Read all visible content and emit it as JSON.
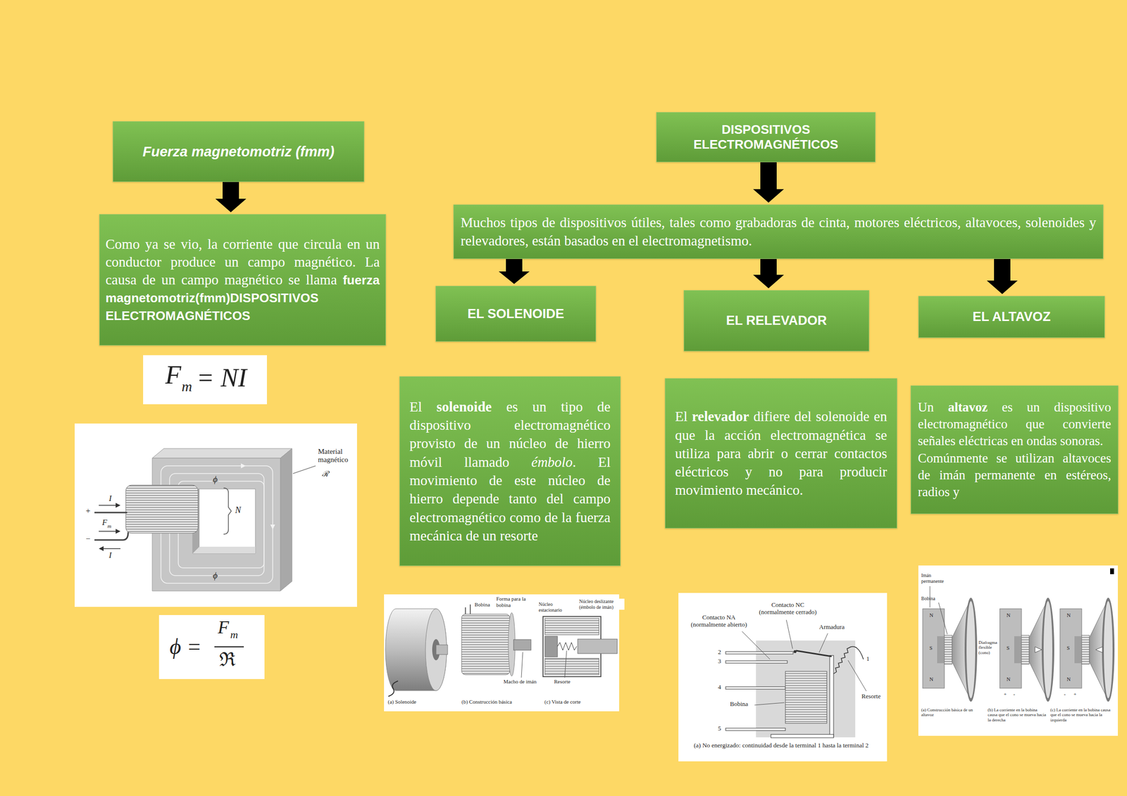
{
  "diagram": {
    "nodes": [
      {
        "text": [
          "Fuerza magnetomotriz (fmm)"
        ]
      },
      {
        "text": [
          "Como ya se vio, la corriente que circula en un conductor produce un campo magnético. La causa de un campo magnético se llama",
          "fuerza magnetomotriz(fmm)DISPOSITIVOS ELECTROMAGNÉTICOS"
        ]
      },
      {
        "text": [
          "DISPOSITIVOS ELECTROMAGNÉTICOS"
        ]
      },
      {
        "text": [
          "Muchos tipos de dispositivos útiles, tales como grabadoras de cinta, motores eléctricos, altavoces, solenoides y relevadores, están basados en el electromagnetismo."
        ]
      },
      {
        "text": [
          "EL SOLENOIDE"
        ]
      },
      {
        "text": [
          "EL RELEVADOR"
        ]
      },
      {
        "text": [
          "EL ALTAVOZ"
        ]
      },
      {
        "text": [
          "El",
          "solenoide",
          "es un tipo de dispositivo electromagnético provisto de un núcleo de hierro móvil llamado",
          "émbolo",
          ". El movimiento de este núcleo de hierro depende tanto del campo electromagnético como de la fuerza mecánica de un resorte"
        ]
      },
      {
        "text": [
          "El",
          "relevador",
          "difiere del solenoide en que la acción electromagnética se utiliza para abrir o cerrar contactos eléctricos y no para producir movimiento mecánico."
        ]
      },
      {
        "text": [
          "Un",
          "altavoz",
          "es un dispositivo electromagnético que convierte señales eléctricas en ondas sonoras.",
          "Comúnmente se utilizan altavoces de imán permanente en estéreos, radios y"
        ]
      }
    ],
    "edges": [
      {
        "from": 0,
        "to": 1,
        "arrow": "to"
      },
      {
        "from": 2,
        "to": 3,
        "arrow": "to"
      },
      {
        "from": 3,
        "to": 4,
        "arrow": "to"
      },
      {
        "from": 3,
        "to": 5,
        "arrow": "to"
      },
      {
        "from": 3,
        "to": 6,
        "arrow": "to"
      }
    ],
    "labels": [
      "F",
      "m",
      "= NI",
      "Material magnético",
      "ℛ",
      "ϕ",
      "N",
      "I",
      "+",
      "F",
      "m",
      "−",
      "I",
      "ϕ",
      "ϕ =",
      "F",
      "m",
      "ℜ",
      "Bobina",
      "Forma para la bobina",
      "Núcleo estacionario",
      "Núcleo deslizante (émbolo de imán)",
      "Macho de imán",
      "Resorte",
      "(a) Solenoide",
      "(b) Construcción básica",
      "(c) Vista de corte",
      "Contacto NC (normalmente cerrado)",
      "Contacto NA (normalmente abierto)",
      "Armadura",
      "2",
      "3",
      "4",
      "1",
      "Bobina",
      "Resorte",
      "5",
      "(a) No energizado: continuidad desde la terminal 1 hasta la terminal 2",
      "Imán permanente",
      "Bobina",
      "N",
      "S",
      "N",
      "Diafragma flexible (cono)",
      "N",
      "S",
      "N",
      "+",
      "-",
      "N",
      "S",
      "N",
      "-",
      "+",
      "(a) Construcción básica de un altavoz",
      "(b) La corriente en la bobina causa que el cono se mueva hacia la derecha",
      "(c) La corriente en la bobina causa que el cono se mueva hacia la izquierda"
    ]
  }
}
